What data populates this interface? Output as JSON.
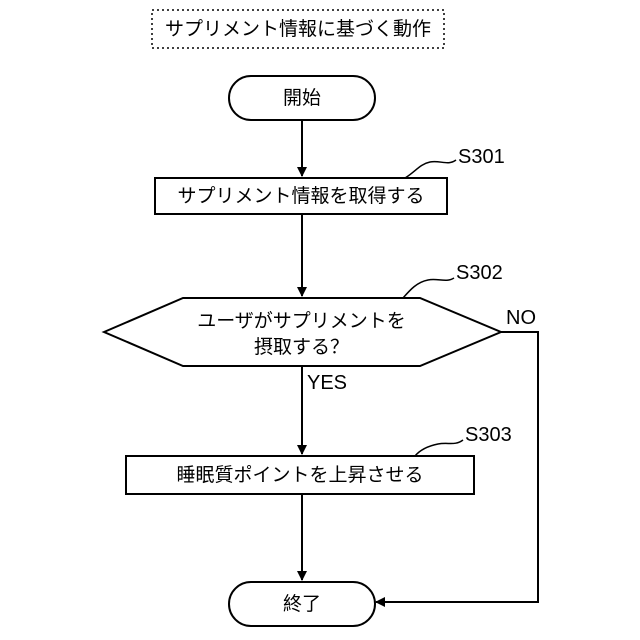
{
  "diagram": {
    "title": "サプリメント情報に基づく動作",
    "start": "開始",
    "end": "終了",
    "steps": [
      {
        "id": "S301",
        "text": "サプリメント情報を取得する"
      },
      {
        "id": "S302",
        "text_line1": "ユーザがサプリメントを",
        "text_line2": "摂取する？"
      },
      {
        "id": "S303",
        "text": "睡眠質ポイントを上昇させる"
      }
    ],
    "branch_yes": "YES",
    "branch_no": "NO"
  }
}
